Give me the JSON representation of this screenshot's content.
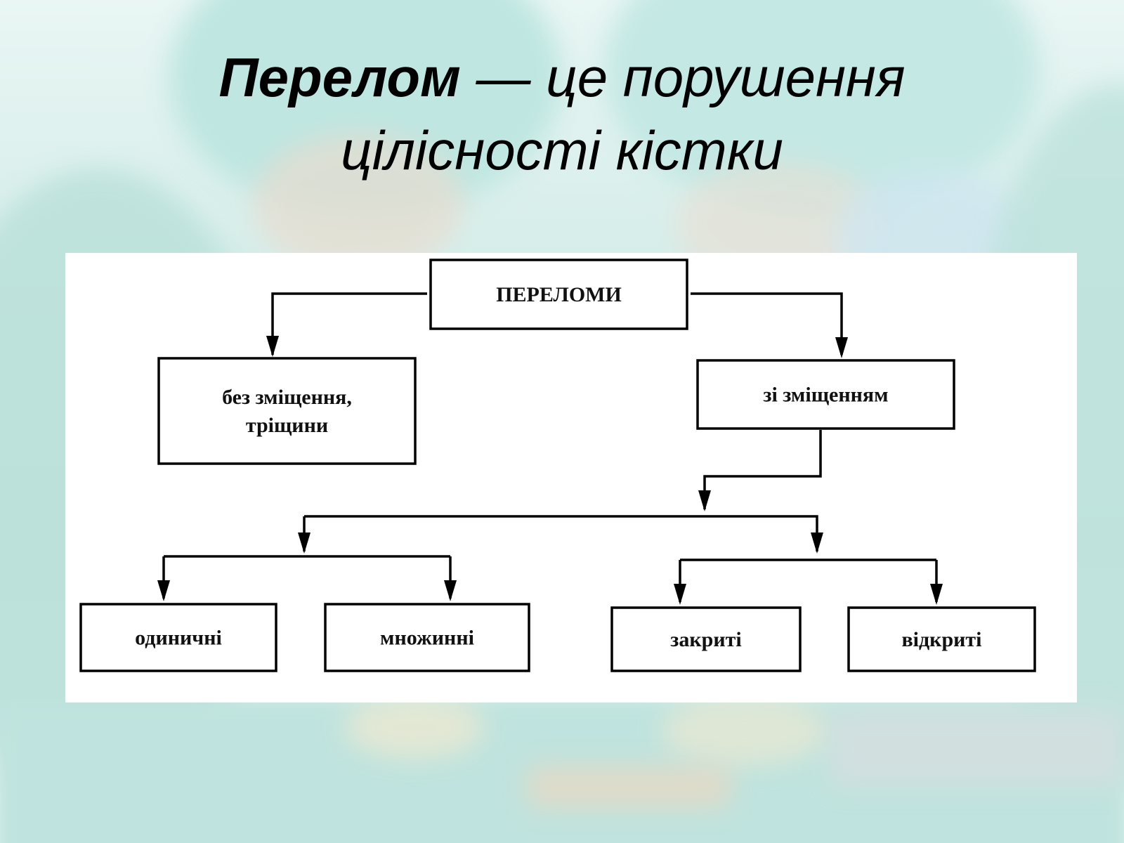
{
  "slide": {
    "title_bold": "Перелом",
    "title_rest": " — це порушення",
    "title_line2": "цілісності кістки"
  },
  "diagram": {
    "nodes": {
      "root": [
        "ПЕРЕЛОМИ"
      ],
      "no_displacement": [
        "без зміщення,",
        "тріщини"
      ],
      "with_displacement": [
        "зі зміщенням"
      ],
      "single": [
        "одиничні"
      ],
      "multiple": [
        "множинні"
      ],
      "closed": [
        "закриті"
      ],
      "open": [
        "відкриті"
      ]
    },
    "edges": [
      [
        "root",
        "no_displacement"
      ],
      [
        "root",
        "with_displacement"
      ],
      [
        "with_displacement",
        "single"
      ],
      [
        "with_displacement",
        "multiple"
      ],
      [
        "with_displacement",
        "closed"
      ],
      [
        "with_displacement",
        "open"
      ]
    ]
  }
}
